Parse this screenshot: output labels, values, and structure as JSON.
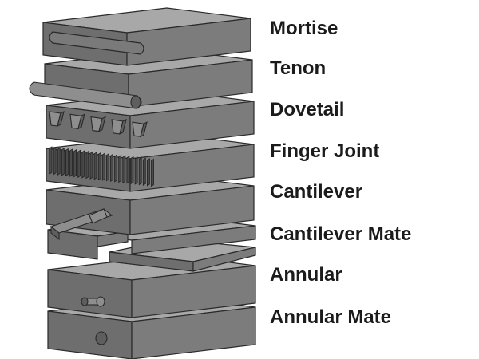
{
  "layers": [
    {
      "id": "mortise",
      "label": "Mortise"
    },
    {
      "id": "tenon",
      "label": "Tenon"
    },
    {
      "id": "dovetail",
      "label": "Dovetail"
    },
    {
      "id": "finger-joint",
      "label": "Finger Joint"
    },
    {
      "id": "cantilever",
      "label": "Cantilever"
    },
    {
      "id": "cantilever-mate",
      "label": "Cantilever Mate"
    },
    {
      "id": "annular",
      "label": "Annular"
    },
    {
      "id": "annular-mate",
      "label": "Annular Mate"
    }
  ]
}
